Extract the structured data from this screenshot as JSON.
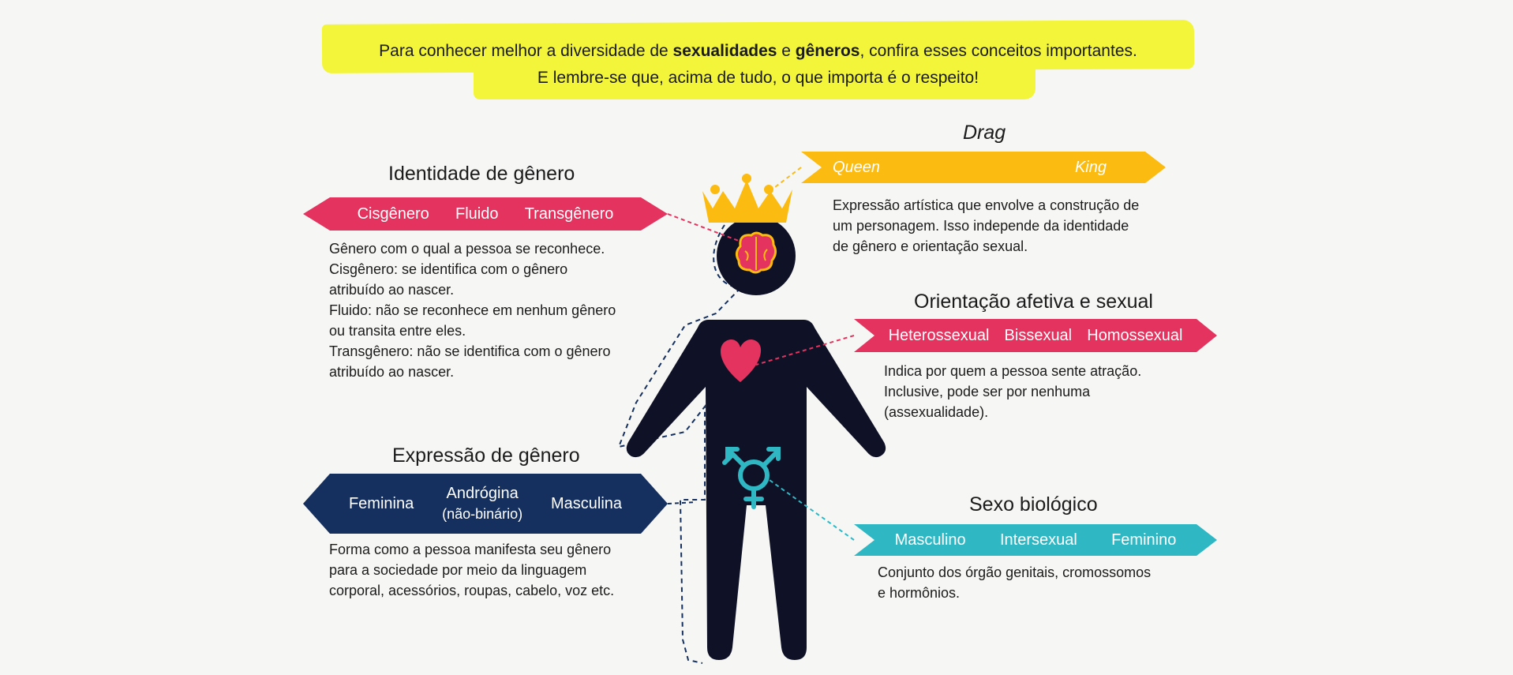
{
  "intro": {
    "line1_a": "Para conhecer melhor a diversidade de ",
    "line1_b": "sexualidades",
    "line1_c": " e ",
    "line1_d": "gêneros",
    "line1_e": ", confira esses conceitos importantes.",
    "line2": "E lembre-se que, acima de tudo, o que importa é o respeito!"
  },
  "identidade": {
    "title": "Identidade de gênero",
    "options": [
      "Cisgênero",
      "Fluido",
      "Transgênero"
    ],
    "description": [
      "Gênero com o qual a pessoa se reconhece.",
      "Cisgênero: se identifica com o gênero",
      "atribuído ao nascer.",
      "Fluido: não se reconhece em nenhum gênero",
      "ou transita entre eles.",
      "Transgênero: não se identifica com o gênero",
      "atribuído ao nascer."
    ],
    "color": "#e3335e"
  },
  "drag": {
    "title": "Drag",
    "options": [
      "Queen",
      "King"
    ],
    "description": [
      "Expressão artística que envolve a construção de",
      "um personagem. Isso independe da identidade",
      "de gênero e orientação sexual."
    ],
    "color": "#fbbb11"
  },
  "orientacao": {
    "title": "Orientação afetiva e sexual",
    "options": [
      "Heterossexual",
      "Bissexual",
      "Homossexual"
    ],
    "description": [
      "Indica por quem a pessoa sente atração.",
      "Inclusive, pode ser por nenhuma",
      "(assexualidade)."
    ],
    "color": "#e3335e"
  },
  "expressao": {
    "title": "Expressão de gênero",
    "options": [
      "Feminina",
      "Andrógina",
      "Masculina"
    ],
    "androgina_sub": "(não-binário)",
    "description": [
      "Forma como a pessoa manifesta seu gênero",
      "para a sociedade por meio da linguagem",
      "corporal, acessórios, roupas, cabelo, voz etc."
    ],
    "color": "#15305f"
  },
  "sexo": {
    "title": "Sexo biológico",
    "options": [
      "Masculino",
      "Intersexual",
      "Feminino"
    ],
    "description": [
      "Conjunto dos órgão genitais, cromossomos",
      "e hormônios."
    ],
    "color": "#2fb8c4"
  },
  "figure": {
    "icons": [
      "crown-icon",
      "brain-icon",
      "heart-icon",
      "transgender-symbol-icon"
    ],
    "body_color": "#0f1226",
    "crown_color": "#fbbb11",
    "brain_color": "#e3335e",
    "heart_color": "#e3335e",
    "symbol_color": "#2fb8c4"
  }
}
